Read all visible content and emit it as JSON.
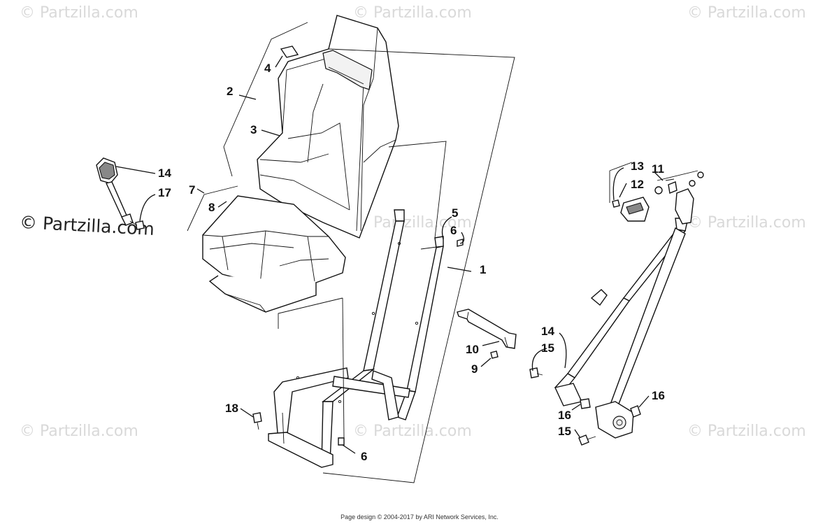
{
  "watermark": {
    "text": "© Partzilla.com"
  },
  "callouts": [
    {
      "id": "c1",
      "label": "1"
    },
    {
      "id": "c2",
      "label": "2"
    },
    {
      "id": "c3",
      "label": "3"
    },
    {
      "id": "c4",
      "label": "4"
    },
    {
      "id": "c5",
      "label": "5"
    },
    {
      "id": "c6a",
      "label": "6"
    },
    {
      "id": "c6b",
      "label": "6"
    },
    {
      "id": "c7",
      "label": "7"
    },
    {
      "id": "c8",
      "label": "8"
    },
    {
      "id": "c9",
      "label": "9"
    },
    {
      "id": "c10",
      "label": "10"
    },
    {
      "id": "c11",
      "label": "11"
    },
    {
      "id": "c12",
      "label": "12"
    },
    {
      "id": "c13",
      "label": "13"
    },
    {
      "id": "c14a",
      "label": "14"
    },
    {
      "id": "c14b",
      "label": "14"
    },
    {
      "id": "c15a",
      "label": "15"
    },
    {
      "id": "c15b",
      "label": "15"
    },
    {
      "id": "c16a",
      "label": "16"
    },
    {
      "id": "c16b",
      "label": "16"
    },
    {
      "id": "c17",
      "label": "17"
    },
    {
      "id": "c18",
      "label": "18"
    }
  ],
  "footer": {
    "text": "Page design © 2004-2017 by ARI Network Services, Inc."
  }
}
